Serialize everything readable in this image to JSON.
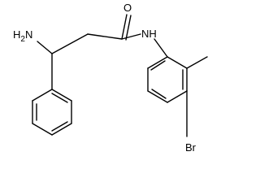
{
  "structure": {
    "atom_labels": {
      "amino": "H2N",
      "oxygen": "O",
      "amide_nh": "NH",
      "bromine": "Br"
    }
  },
  "colors": {
    "bond": "#000000",
    "label": "#000000",
    "background": "#ffffff"
  }
}
